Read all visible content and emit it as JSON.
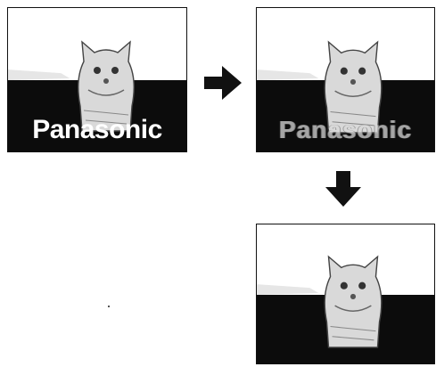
{
  "panels": [
    {
      "id": "original",
      "caption": "Panasonic",
      "caption_style": "solid"
    },
    {
      "id": "fading",
      "caption": "Panasonic",
      "caption_style": "faded"
    },
    {
      "id": "removed",
      "caption": "",
      "caption_style": "none"
    }
  ],
  "arrows": [
    {
      "id": "arrow-right",
      "direction": "right"
    },
    {
      "id": "arrow-down",
      "direction": "down"
    }
  ],
  "colors": {
    "sky": "#ffffff",
    "ground": "#0c0c0c",
    "arrow": "#111111",
    "mascot": "#d9d9d9"
  },
  "icons": {
    "mascot": "cat-mascot-icon",
    "arrow_right": "arrow-right-icon",
    "arrow_down": "arrow-down-icon"
  }
}
